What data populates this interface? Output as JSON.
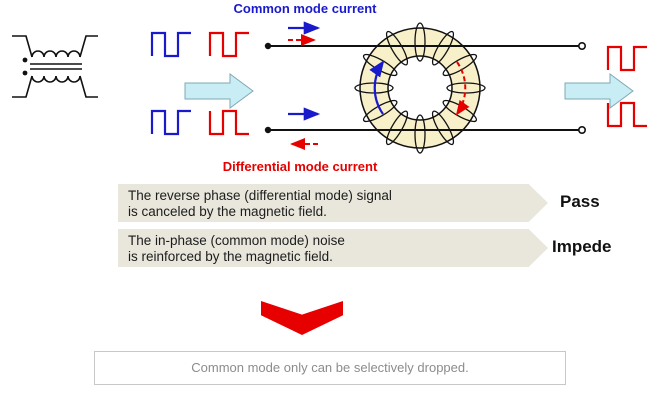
{
  "diagram": {
    "common_mode_label": "Common mode current",
    "differential_mode_label": "Differential mode current"
  },
  "banners": [
    {
      "line1": "The reverse phase (differential mode) signal",
      "line2": "is canceled by the magnetic field.",
      "result": "Pass"
    },
    {
      "line1": "The in-phase (common mode) noise",
      "line2": "is reinforced by the magnetic field.",
      "result": "Impede"
    }
  ],
  "conclusion": {
    "text": "Common mode only can be selectively dropped."
  },
  "icons": {
    "choke_schematic": "common-mode-choke-symbol",
    "toroid": "toroid-core-with-windings",
    "block_arrow": "signal-flow-arrow",
    "down_arrow": "red-down-chevron"
  },
  "colors": {
    "common_mode_blue": "#1a1acd",
    "differential_red": "#e60000",
    "toroid_fill": "#f8f0c8",
    "block_arrow_fill": "#c8edf4",
    "banner_fill": "#e9e7dc",
    "red_arrow": "#e60000",
    "conclusion_text": "#8c8c8c"
  }
}
